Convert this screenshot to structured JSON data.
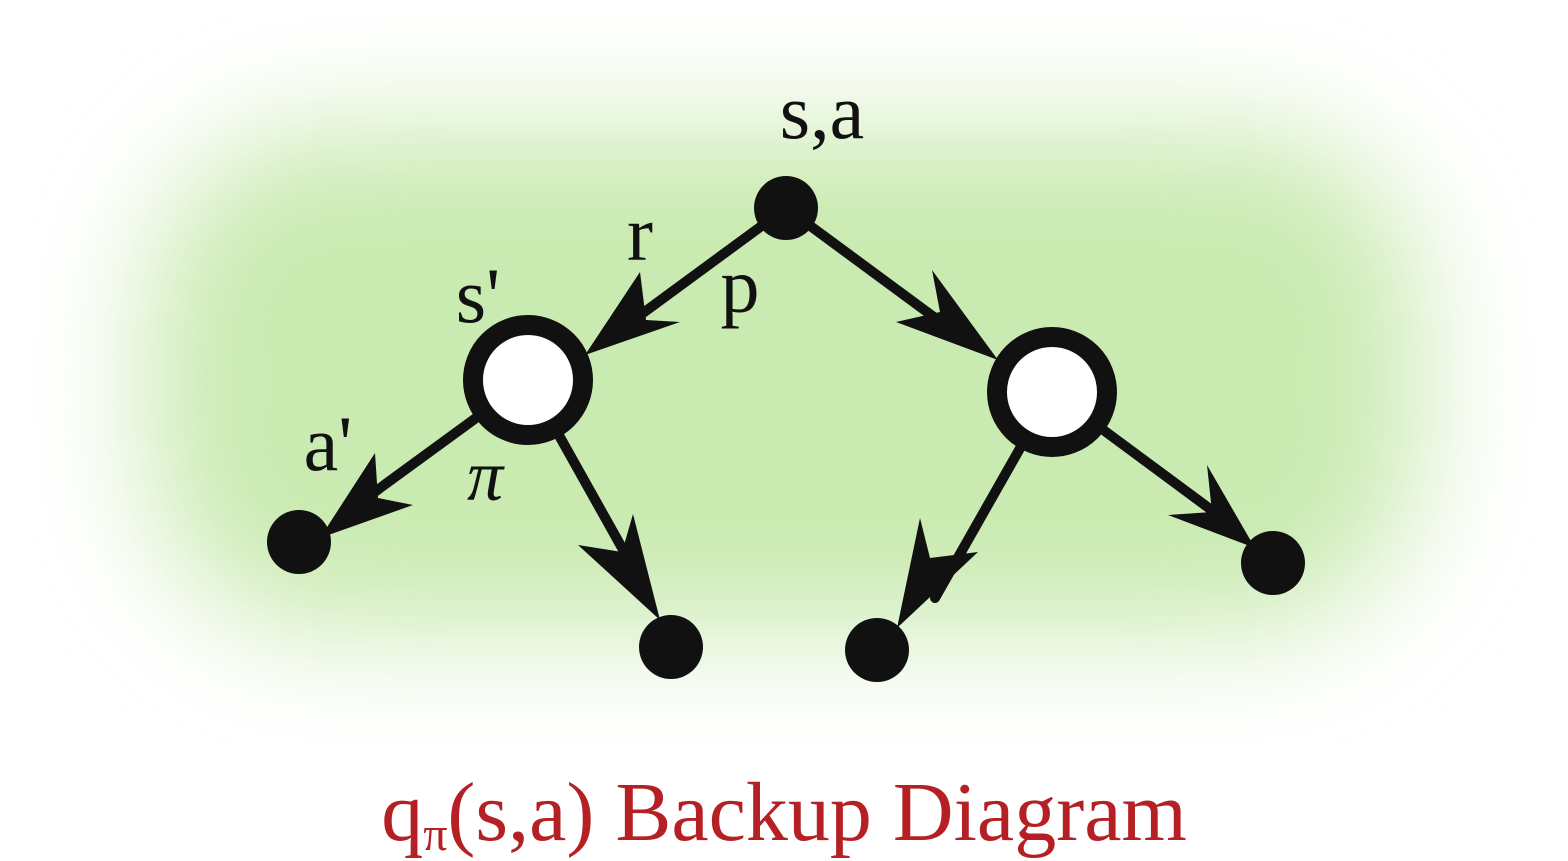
{
  "diagram": {
    "labels": {
      "root": "s,a",
      "reward": "r",
      "transition": "p",
      "next_state": "s'",
      "next_action": "a'",
      "policy": "π"
    },
    "caption": {
      "prefix": "q",
      "subscript": "π",
      "suffix": "(s,a) Backup Diagram"
    }
  },
  "colors": {
    "glow": "#c9eab0",
    "ink": "#111111",
    "caption": "#b52025",
    "state_fill": "#ffffff"
  }
}
